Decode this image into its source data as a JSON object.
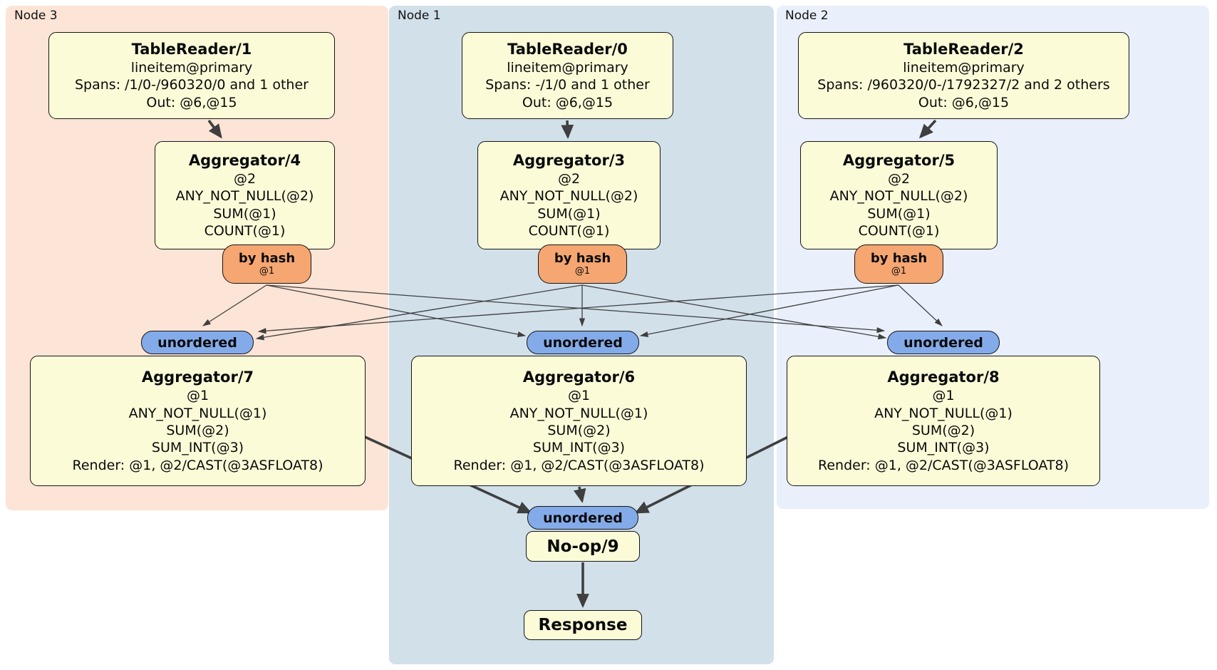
{
  "diagram": {
    "regions": {
      "node3": {
        "label": "Node 3",
        "fill": "#fce4d6"
      },
      "node1": {
        "label": "Node 1",
        "fill": "#d2e0ea"
      },
      "node2": {
        "label": "Node 2",
        "fill": "#e9f0fb"
      }
    },
    "colors": {
      "processor_box_fill": "#fcfbd8",
      "processor_box_border": "#151515",
      "by_hash_badge_fill": "#f5a671",
      "unordered_badge_fill": "#84abe9",
      "edge_stroke": "#3f3f3f"
    },
    "nodes": {
      "tr1": {
        "title": "TableReader/1",
        "lines": [
          "lineitem@primary",
          "Spans: /1/0-/960320/0 and 1 other",
          "Out: @6,@15"
        ]
      },
      "tr0": {
        "title": "TableReader/0",
        "lines": [
          "lineitem@primary",
          "Spans: -/1/0 and 1 other",
          "Out: @6,@15"
        ]
      },
      "tr2": {
        "title": "TableReader/2",
        "lines": [
          "lineitem@primary",
          "Spans: /960320/0-/1792327/2 and 2 others",
          "Out: @6,@15"
        ]
      },
      "agg4": {
        "title": "Aggregator/4",
        "lines": [
          "@2",
          "ANY_NOT_NULL(@2)",
          "SUM(@1)",
          "COUNT(@1)"
        ]
      },
      "agg3": {
        "title": "Aggregator/3",
        "lines": [
          "@2",
          "ANY_NOT_NULL(@2)",
          "SUM(@1)",
          "COUNT(@1)"
        ]
      },
      "agg5": {
        "title": "Aggregator/5",
        "lines": [
          "@2",
          "ANY_NOT_NULL(@2)",
          "SUM(@1)",
          "COUNT(@1)"
        ]
      },
      "agg7": {
        "title": "Aggregator/7",
        "lines": [
          "@1",
          "ANY_NOT_NULL(@1)",
          "SUM(@2)",
          "SUM_INT(@3)",
          "Render: @1, @2/CAST(@3ASFLOAT8)"
        ]
      },
      "agg6": {
        "title": "Aggregator/6",
        "lines": [
          "@1",
          "ANY_NOT_NULL(@1)",
          "SUM(@2)",
          "SUM_INT(@3)",
          "Render: @1, @2/CAST(@3ASFLOAT8)"
        ]
      },
      "agg8": {
        "title": "Aggregator/8",
        "lines": [
          "@1",
          "ANY_NOT_NULL(@1)",
          "SUM(@2)",
          "SUM_INT(@3)",
          "Render: @1, @2/CAST(@3ASFLOAT8)"
        ]
      },
      "noop": {
        "title": "No-op/9"
      },
      "response": {
        "title": "Response"
      }
    },
    "badges": {
      "hash_left": {
        "label": "by hash",
        "sub": "@1"
      },
      "hash_mid": {
        "label": "by hash",
        "sub": "@1"
      },
      "hash_right": {
        "label": "by hash",
        "sub": "@1"
      },
      "unordered_left": {
        "label": "unordered"
      },
      "unordered_mid": {
        "label": "unordered"
      },
      "unordered_right": {
        "label": "unordered"
      },
      "unordered_bottom": {
        "label": "unordered"
      }
    }
  }
}
